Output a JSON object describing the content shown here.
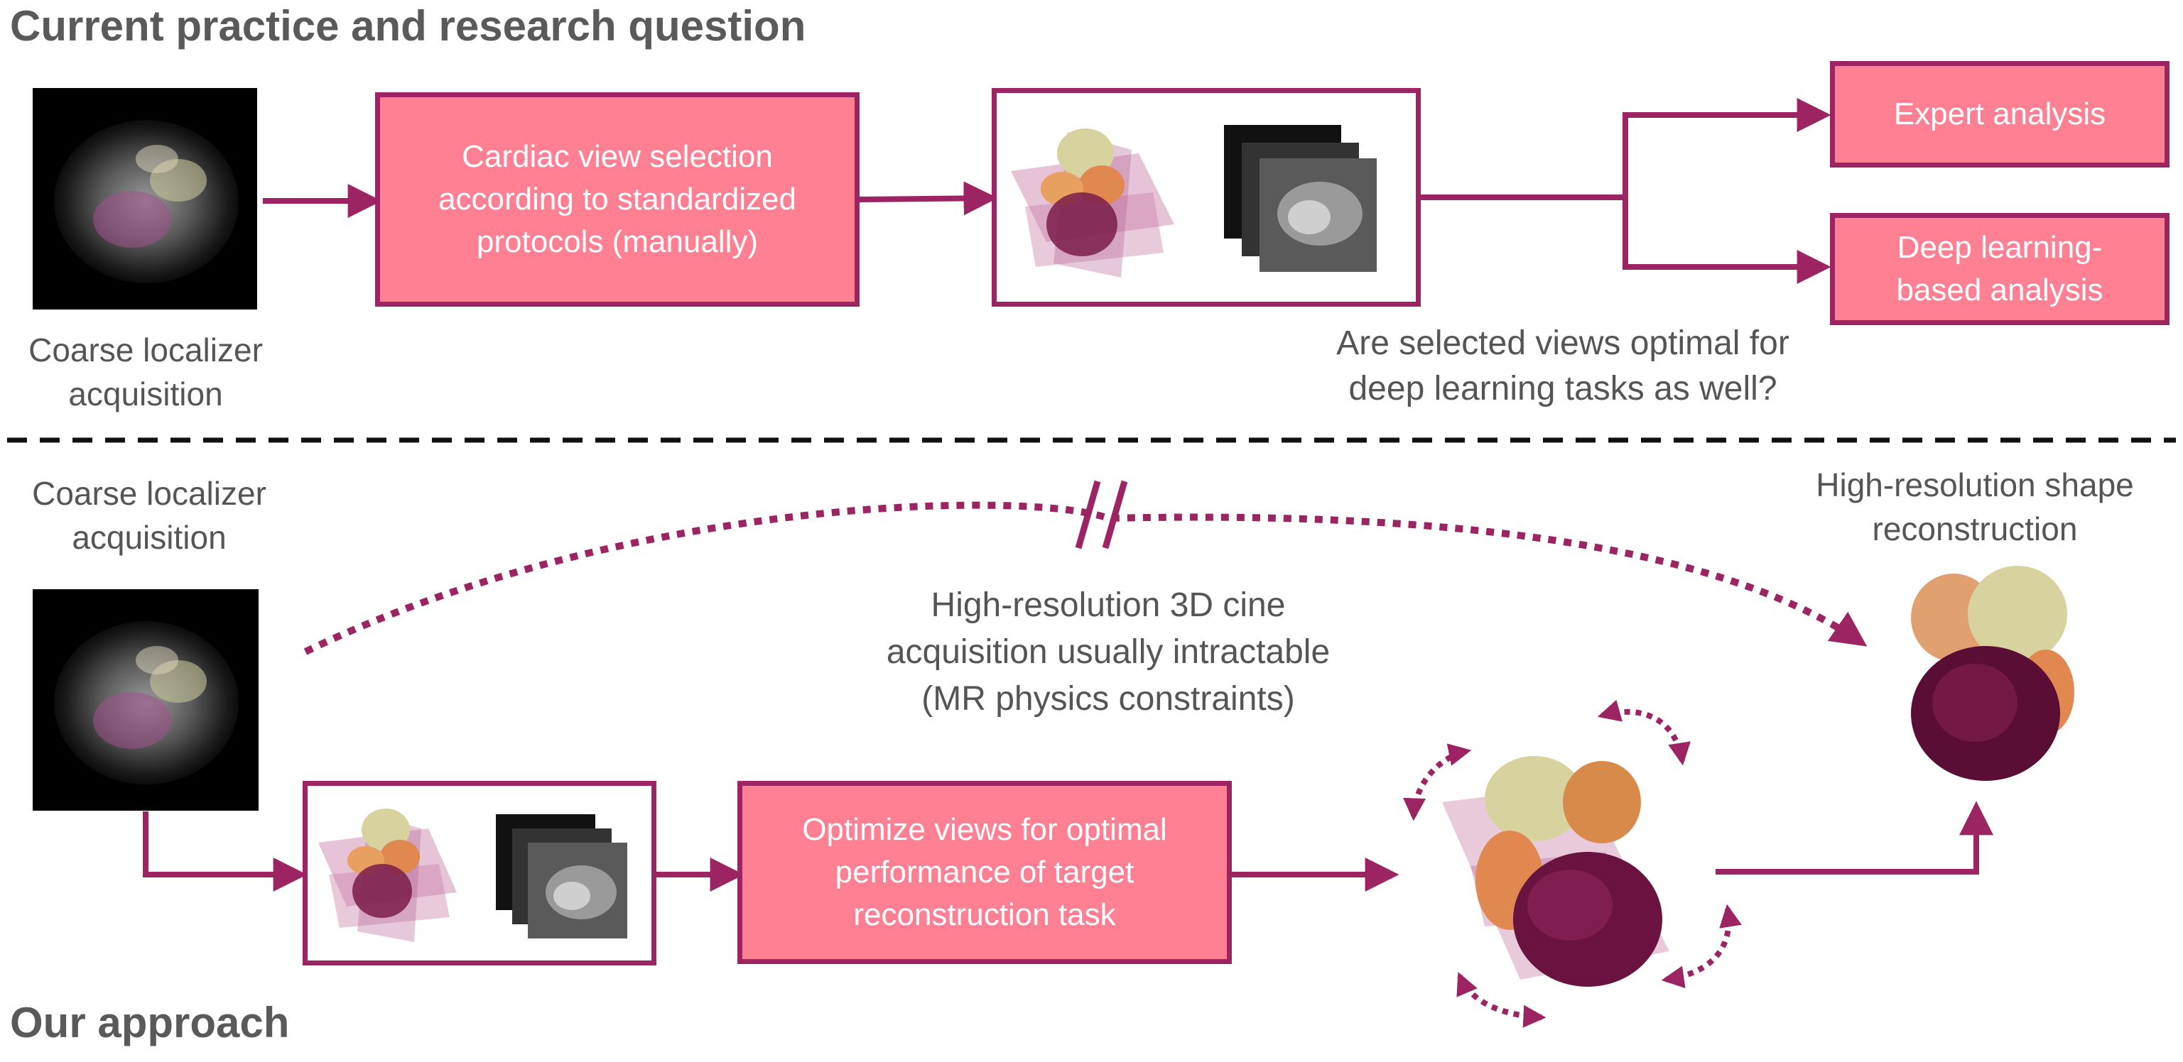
{
  "top": {
    "heading": "Current practice and research question",
    "localizer_caption": [
      "Coarse localizer",
      "acquisition"
    ],
    "selection_box": [
      "Cardiac view selection",
      "according to standardized",
      "protocols (manually)"
    ],
    "expert_box": "Expert analysis",
    "deep_box": [
      "Deep learning-",
      "based analysis"
    ],
    "question": [
      "Are selected views optimal for",
      "deep learning tasks as well?"
    ]
  },
  "bottom": {
    "heading": "Our approach",
    "localizer_caption": [
      "Coarse localizer",
      "acquisition"
    ],
    "intractable_caption": [
      "High-resolution 3D cine",
      "acquisition usually intractable",
      "(MR physics constraints)"
    ],
    "optimize_box": [
      "Optimize views for optimal",
      "performance of target",
      "reconstruction task"
    ],
    "shape_caption": [
      "High-resolution shape",
      "reconstruction"
    ]
  },
  "colors": {
    "arrow": "#9c2463",
    "box_fill": "#ff8093",
    "heading_text": "#5a5a5a",
    "caption_text": "#555555"
  }
}
